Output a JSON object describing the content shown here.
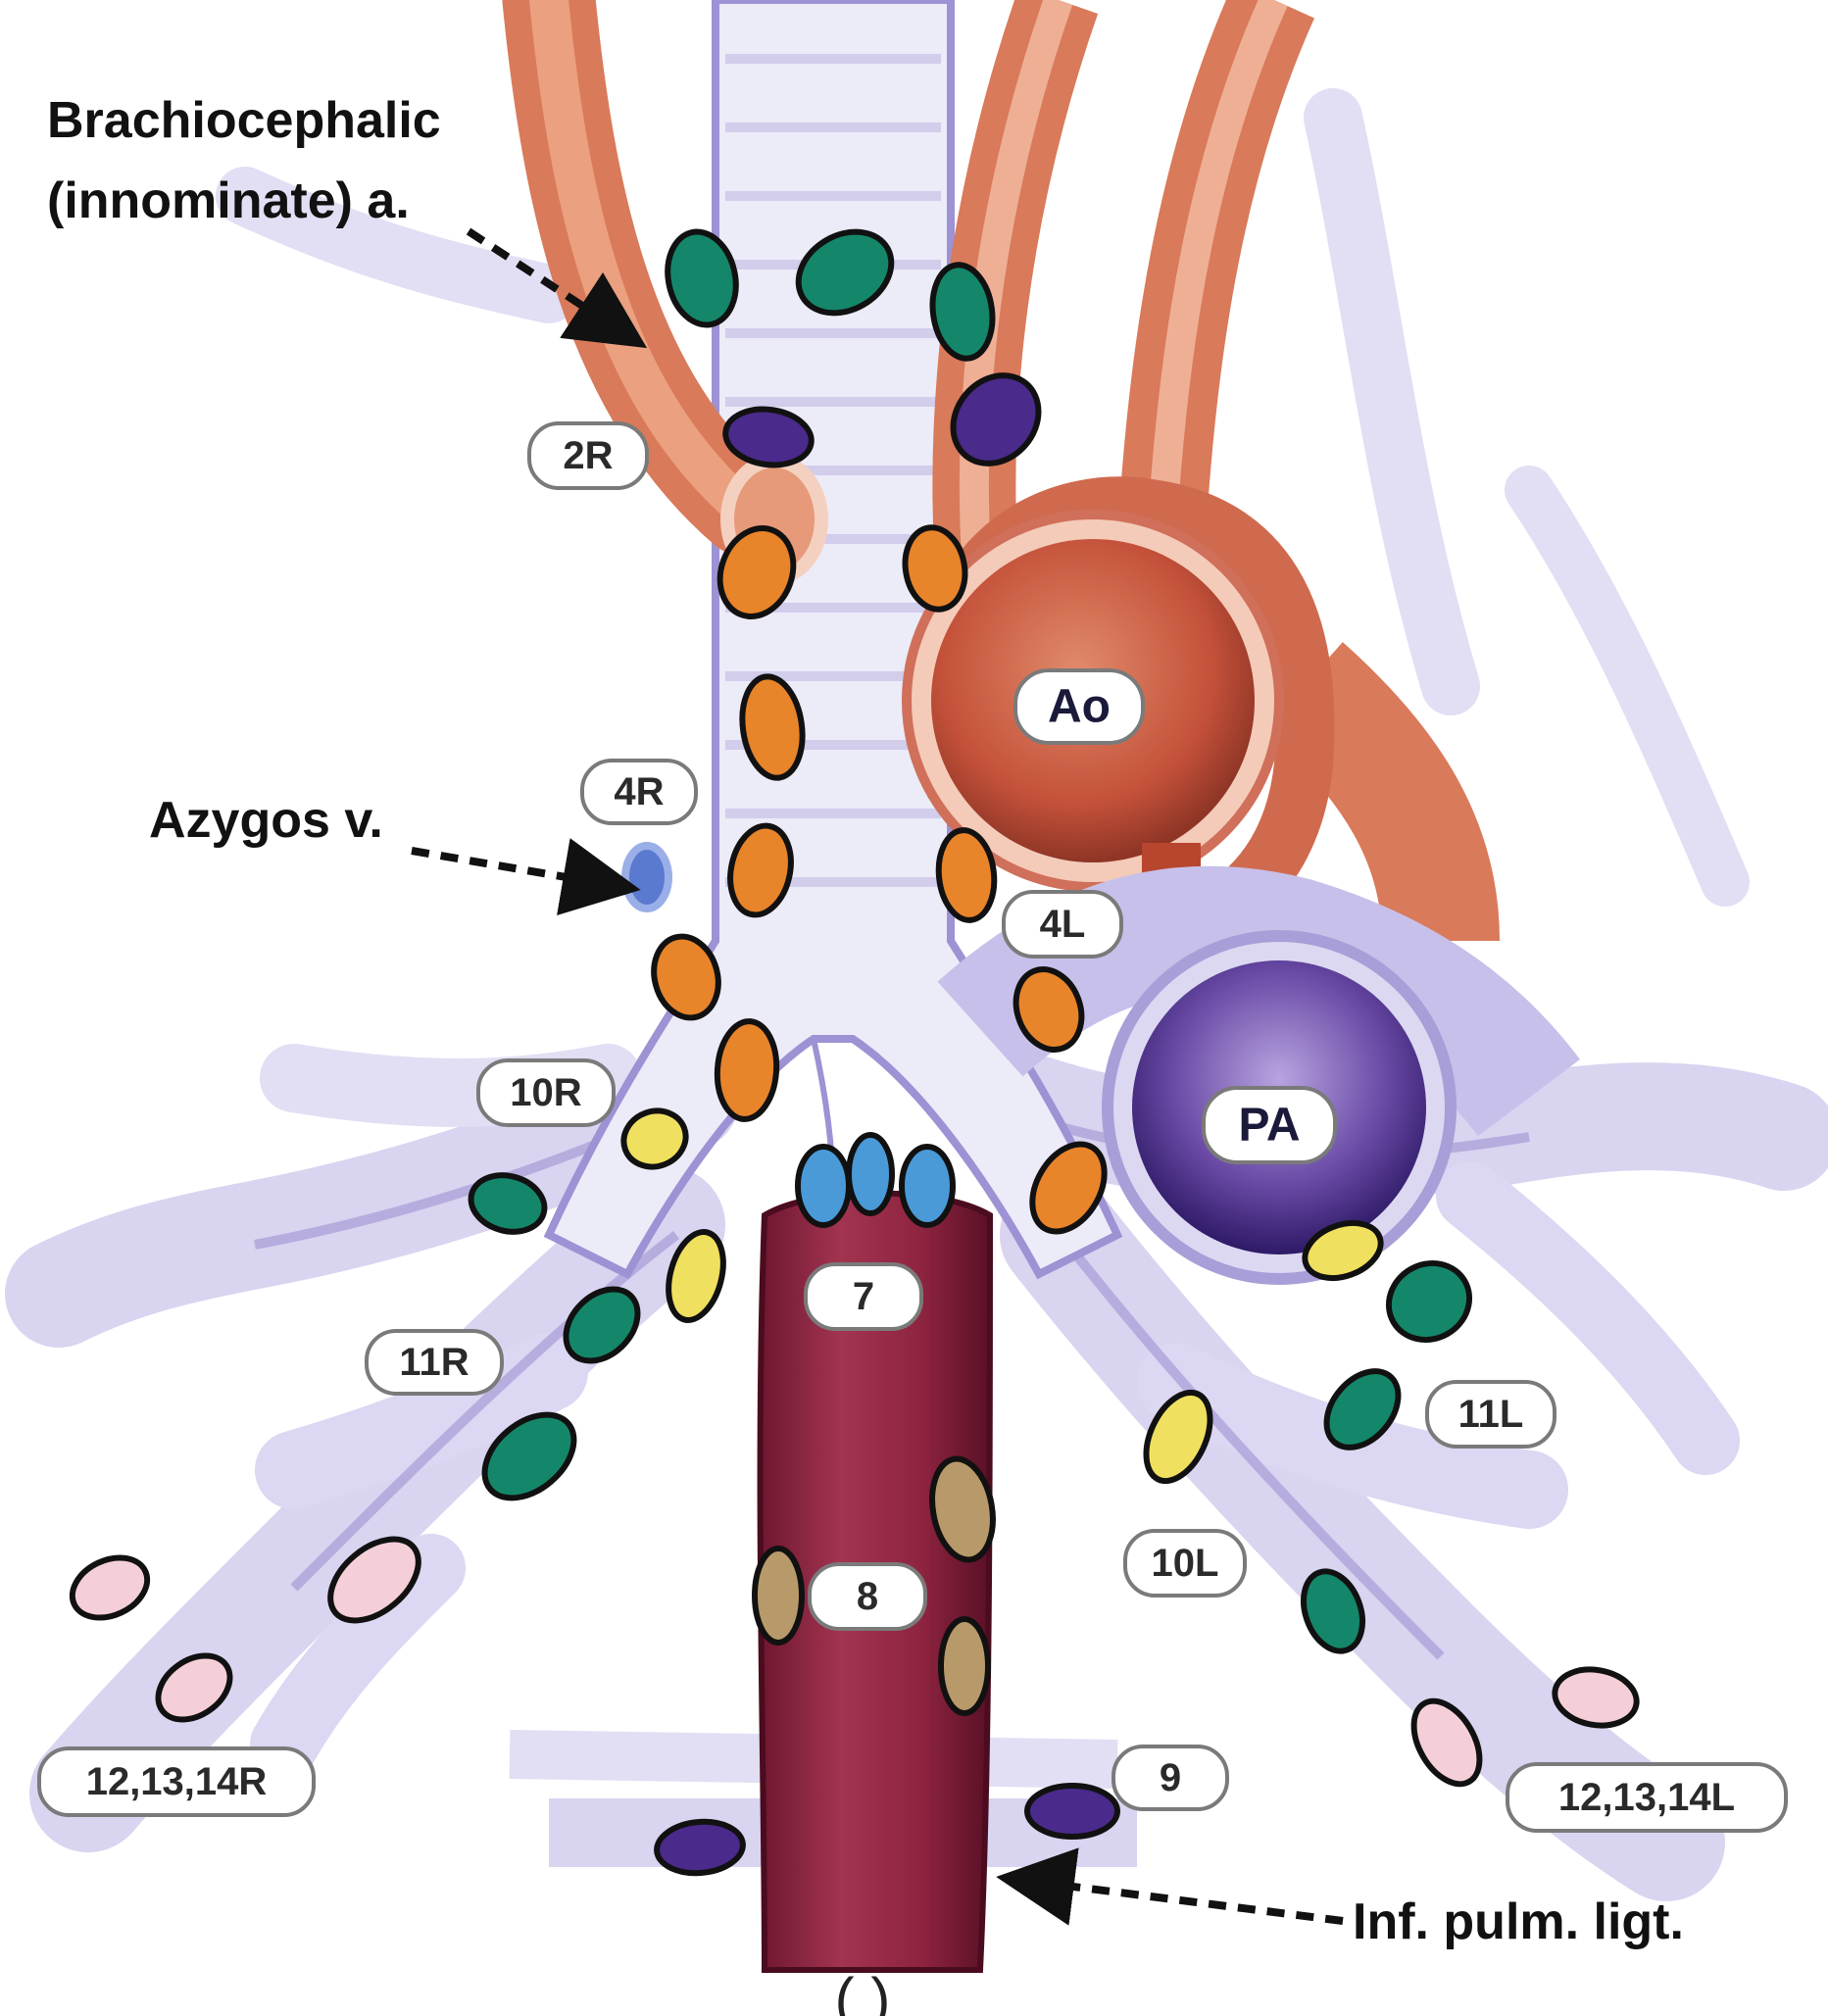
{
  "callouts": {
    "brachiocephalic_line1": "Brachiocephalic",
    "brachiocephalic_line2": "(innominate) a.",
    "azygos": "Azygos v.",
    "inf_pulm_ligt": "Inf. pulm. ligt."
  },
  "vessels": {
    "aorta": "Ao",
    "pulmonary_artery": "PA"
  },
  "stations": {
    "s2R": "2R",
    "s4R": "4R",
    "s4L": "4L",
    "s10R": "10R",
    "s10L": "10L",
    "s11R": "11R",
    "s11L": "11L",
    "s7": "7",
    "s8": "8",
    "s9": "9",
    "s12R": "12,13,14R",
    "s12L": "12,13,14L"
  },
  "colors": {
    "station_1_green": "#14876a",
    "station_2_purple": "#4a2a8a",
    "station_4_orange": "#e8842a",
    "station_7_blue": "#4a9ad8",
    "station_8_tan": "#b89a6a",
    "station_10_yellow": "#f0e060",
    "station_12_pink": "#f5cfd8",
    "airway": "#e8e6f6",
    "airway_shadow": "#8a7ac8",
    "esophagus": "#9a2a44",
    "aorta": "#c8553a",
    "pulmonary_artery": "#5a3a9a"
  },
  "bottom_caption": "( )"
}
